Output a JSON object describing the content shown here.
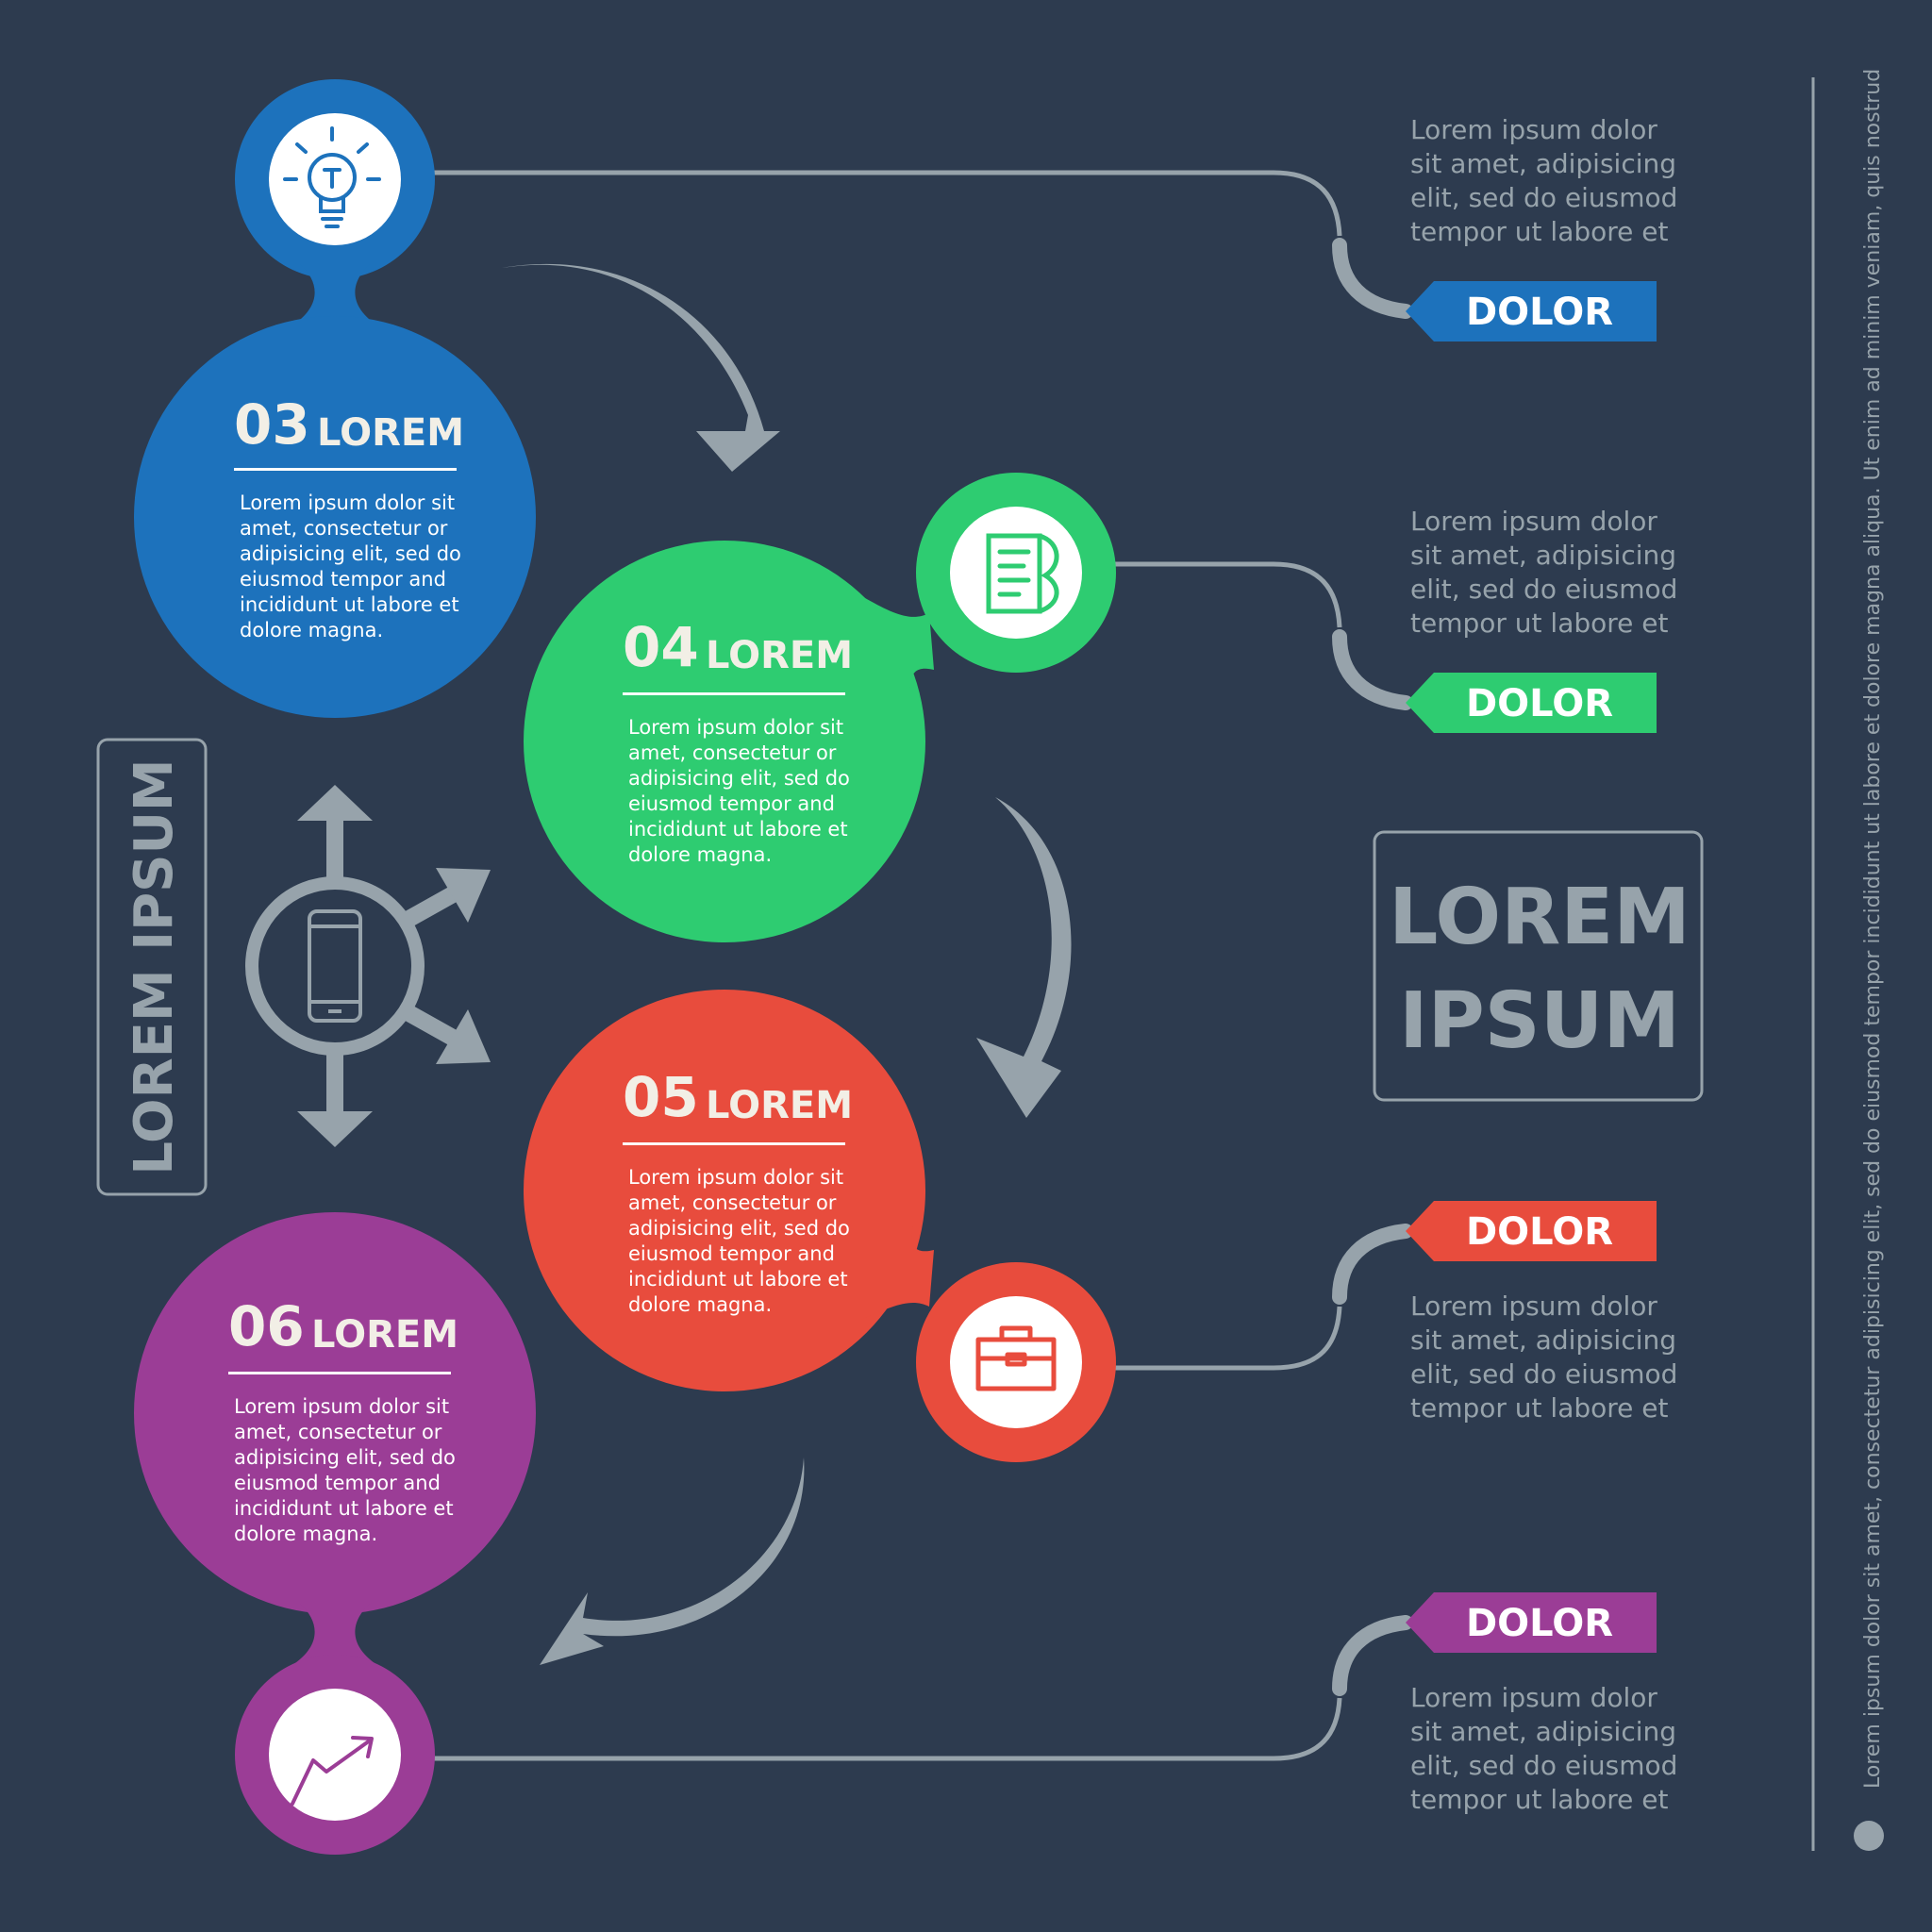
{
  "colors": {
    "background": "#2d3b4f",
    "accent_gray": "#97a3ab",
    "blue": "#1d72bc",
    "green": "#2ecc71",
    "red": "#e84c3d",
    "purple": "#9b3d96"
  },
  "steps": [
    {
      "number": "03",
      "title": "LOREM",
      "color": "#1d72bc",
      "icon": "lightbulb-icon",
      "text": [
        "Lorem ipsum dolor sit",
        "amet, consectetur or",
        "adipisicing elit, sed do",
        "eiusmod tempor and",
        "incididunt ut labore et",
        "dolore magna."
      ]
    },
    {
      "number": "04",
      "title": "LOREM",
      "color": "#2ecc71",
      "icon": "document-icon",
      "text": [
        "Lorem ipsum dolor sit",
        "amet, consectetur or",
        "adipisicing elit, sed do",
        "eiusmod tempor and",
        "incididunt ut labore et",
        "dolore magna."
      ]
    },
    {
      "number": "05",
      "title": "LOREM",
      "color": "#e84c3d",
      "icon": "briefcase-icon",
      "text": [
        "Lorem ipsum dolor sit",
        "amet, consectetur or",
        "adipisicing elit, sed do",
        "eiusmod tempor and",
        "incididunt ut labore et",
        "dolore magna."
      ]
    },
    {
      "number": "06",
      "title": "LOREM",
      "color": "#9b3d96",
      "icon": "trend-arrow-icon",
      "text": [
        "Lorem ipsum dolor sit",
        "amet, consectetur or",
        "adipisicing elit, sed do",
        "eiusmod tempor and",
        "incididunt ut labore et",
        "dolore magna."
      ]
    }
  ],
  "callouts": [
    {
      "tag": "DOLOR",
      "color": "#1d72bc",
      "text": [
        "Lorem ipsum dolor",
        "sit amet, adipisicing",
        "elit, sed do eiusmod",
        "tempor ut labore et"
      ]
    },
    {
      "tag": "DOLOR",
      "color": "#2ecc71",
      "text": [
        "Lorem ipsum dolor",
        "sit amet, adipisicing",
        "elit, sed do eiusmod",
        "tempor ut labore et"
      ]
    },
    {
      "tag": "DOLOR",
      "color": "#e84c3d",
      "text": [
        "Lorem ipsum dolor",
        "sit amet, adipisicing",
        "elit, sed do eiusmod",
        "tempor ut labore et"
      ]
    },
    {
      "tag": "DOLOR",
      "color": "#9b3d96",
      "text": [
        "Lorem ipsum dolor",
        "sit amet, adipisicing",
        "elit, sed do eiusmod",
        "tempor ut labore et"
      ]
    }
  ],
  "vertical_label": "LOREM IPSUM",
  "right_box": {
    "line1": "LOREM",
    "line2": "IPSUM"
  },
  "center_icon": "smartphone-icon",
  "vertical_text": "Lorem ipsum dolor sit amet, consectetur adipisicing elit, sed do eiusmod tempor incididunt ut labore et dolore magna aliqua. Ut enim ad minim veniam, quis nostrud"
}
